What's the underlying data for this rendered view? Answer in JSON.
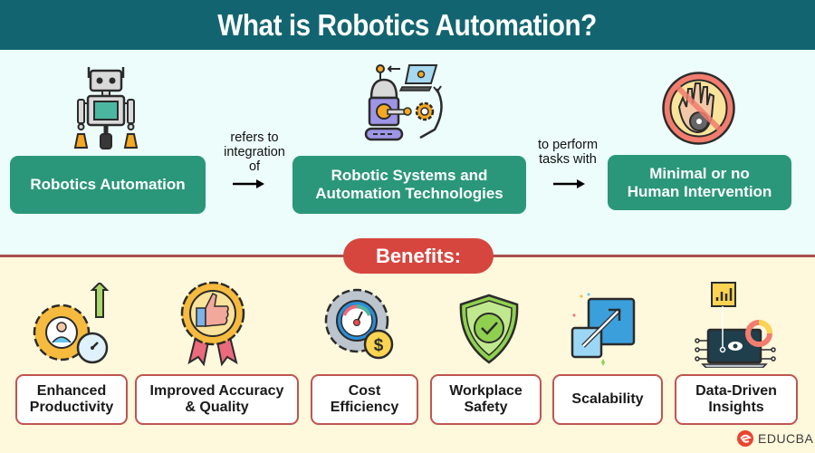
{
  "header": {
    "title": "What is Robotics Automation?"
  },
  "definition_flow": {
    "steps": [
      {
        "label": "Robotics Automation",
        "icon": "robot-icon"
      },
      {
        "label": "Robotic Systems and Automation Technologies",
        "line1": "Robotic Systems and",
        "line2": "Automation Technologies",
        "icon": "robot-arm-laptop-gear-icon"
      },
      {
        "label": "Minimal or no Human Intervention",
        "line1": "Minimal or no",
        "line2": "Human Intervention",
        "icon": "no-hand-icon"
      }
    ],
    "connectors": [
      {
        "line1": "refers to",
        "line2": "integration",
        "line3": "of",
        "arrow": "right-arrow-icon"
      },
      {
        "line1": "to perform",
        "line2": "tasks with",
        "arrow": "right-arrow-icon"
      }
    ]
  },
  "benefits": {
    "title": "Benefits:",
    "items": [
      {
        "line1": "Enhanced",
        "line2": "Productivity",
        "icon": "gear-person-clock-icon"
      },
      {
        "line1": "Improved Accuracy",
        "line2": "& Quality",
        "icon": "thumbs-up-badge-icon"
      },
      {
        "line1": "Cost",
        "line2": "Efficiency",
        "icon": "gear-gauge-dollar-icon"
      },
      {
        "line1": "Workplace",
        "line2": "Safety",
        "icon": "shield-check-icon"
      },
      {
        "line1": "Scalability",
        "line2": "",
        "icon": "scale-up-arrow-icon"
      },
      {
        "line1": "Data-Driven",
        "line2": "Insights",
        "icon": "laptop-analytics-icon"
      }
    ]
  },
  "brand": {
    "name": "EDUCBA"
  },
  "colors": {
    "header_bg": "#126570",
    "green_box": "#2a977a",
    "accent_red": "#d6463f",
    "top_bg": "#ecfdfb",
    "bottom_bg": "#fef8dc"
  }
}
